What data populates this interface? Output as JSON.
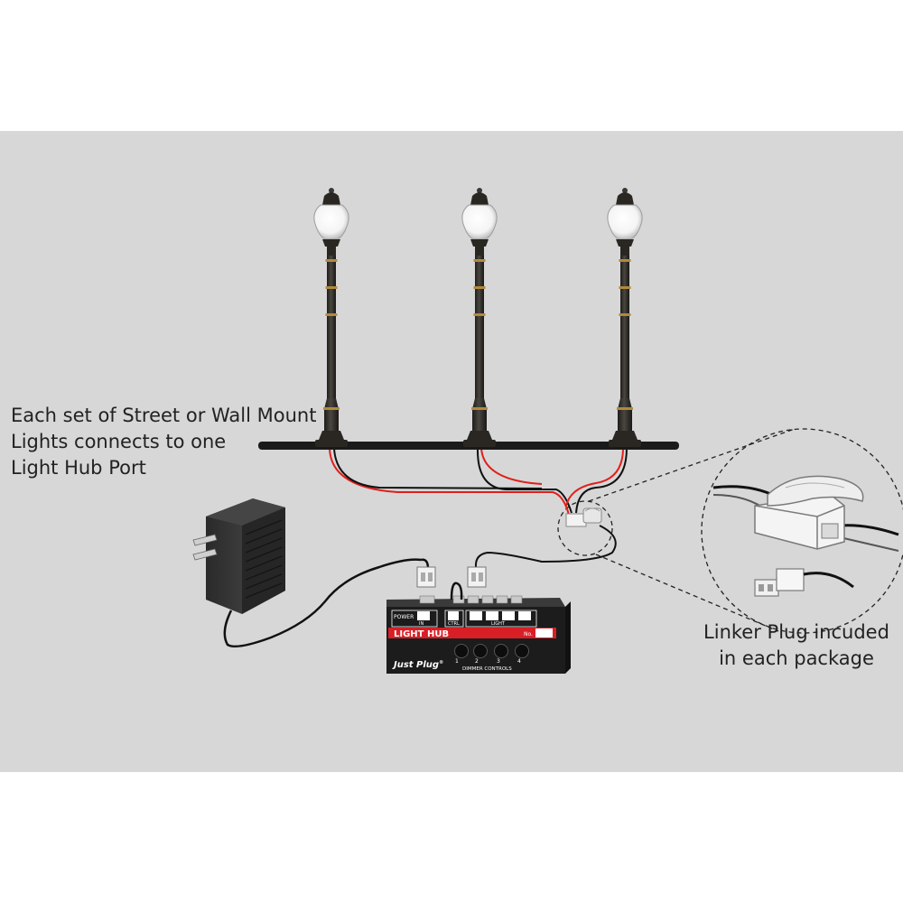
{
  "callouts": {
    "street_lights": {
      "line1": "Each set of Street or Wall Mount",
      "line2": "Lights connects to one",
      "line3": "Light Hub Port"
    },
    "linker_plug": {
      "line1": "Linker Plug incuded",
      "line2": "in each package"
    }
  },
  "light_hub": {
    "power_label": "POWER",
    "in_label": "IN",
    "ctrl_label": "CTRL",
    "light_label": "LIGHT",
    "title": "LIGHT HUB",
    "no_label": "No.",
    "brand": "Just Plug",
    "brand_mark": "®",
    "dimmer_label": "DIMMER CONTROLS",
    "knobs": [
      "1",
      "2",
      "3",
      "4"
    ]
  },
  "colors": {
    "background_panel": "#d7d7d7",
    "pole": "#2e2b27",
    "pole_band": "#b08a3e",
    "wire_red": "#e0201c",
    "wire_black": "#111111",
    "hub_red": "#d81f26",
    "hub_body": "#1c1c1c"
  },
  "icons": [
    "street-lamp-icon",
    "ac-adapter-icon",
    "light-hub-icon",
    "linker-plug-icon",
    "connector-plug-icon"
  ]
}
